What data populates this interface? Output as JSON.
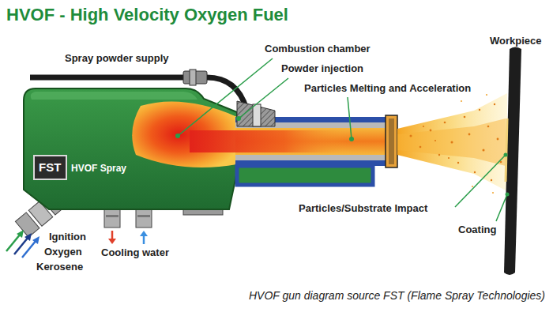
{
  "diagram": {
    "title": "HVOF - High Velocity Oxygen Fuel",
    "caption": "HVOF gun diagram source FST (Flame Spray Technologies)",
    "nodes": [
      {
        "text": [
          "FST"
        ]
      }
    ],
    "labels": [
      "Spray powder supply",
      "Combustion chamber",
      "Powder injection",
      "Particles Melting and Acceleration",
      "Workpiece",
      "HVOF Spray",
      "Particles/Substrate Impact",
      "Coating",
      "Ignition",
      "Oxygen",
      "Kerosene",
      "Cooling water"
    ]
  }
}
